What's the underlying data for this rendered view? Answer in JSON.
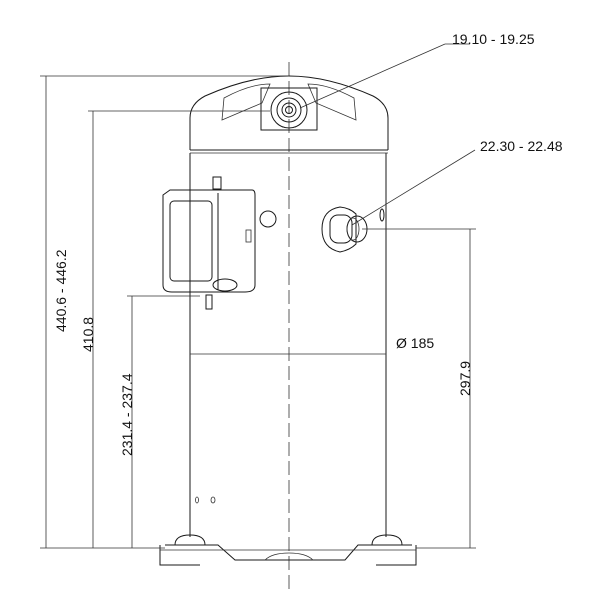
{
  "dimensions": {
    "overall_height": "440.6 - 446.2",
    "body_height": "410.8",
    "terminal_box_height": "231.4 - 237.4",
    "suction_height": "297.9",
    "diameter": "Ø 185",
    "discharge_fitting": "19.10 - 19.25",
    "suction_fitting": "22.30 - 22.48"
  }
}
